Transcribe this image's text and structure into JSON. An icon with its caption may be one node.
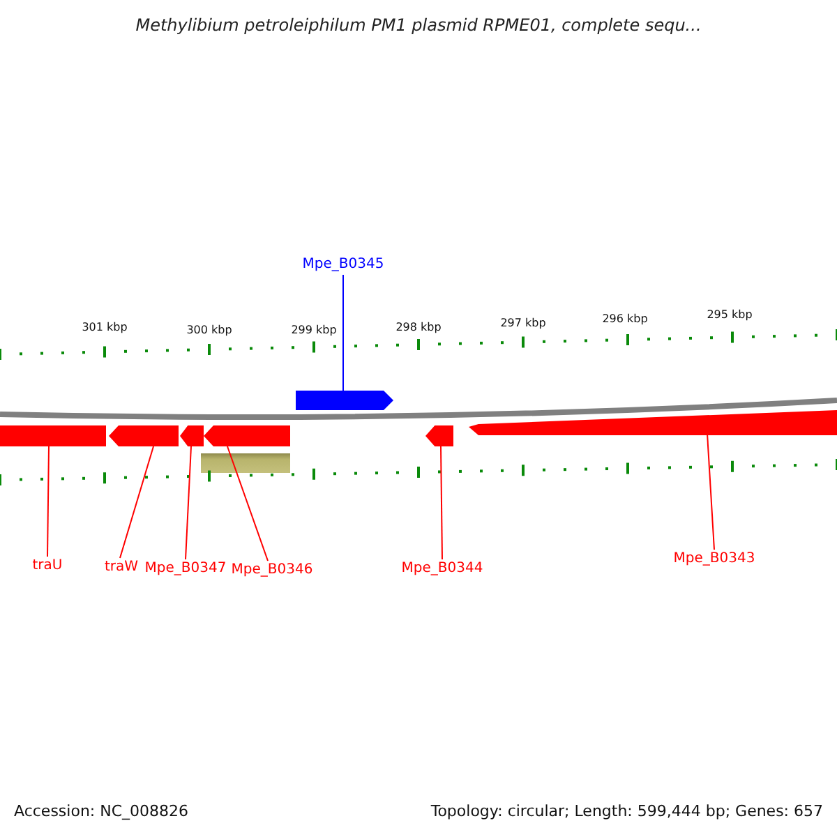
{
  "diagram": {
    "title": "Methylibium petroleiphilum PM1 plasmid RPME01, complete sequ...",
    "nodes": [
      {
        "text": [
          "Mpe_B0345"
        ]
      },
      {
        "text": [],
        "shape": "pentagon"
      },
      {
        "text": [],
        "shape": "box"
      },
      {
        "text": [],
        "shape": "pentagon"
      },
      {
        "text": [],
        "shape": "pentagon"
      },
      {
        "text": [],
        "shape": "pentagon"
      },
      {
        "text": [],
        "shape": "pentagon"
      },
      {
        "text": [],
        "shape": "pentagon"
      },
      {
        "text": [
          "traU"
        ]
      },
      {
        "text": [
          "traW"
        ]
      },
      {
        "text": [
          "Mpe_B0347"
        ]
      },
      {
        "text": [
          "Mpe_B0346"
        ]
      },
      {
        "text": [
          "Mpe_B0344"
        ]
      },
      {
        "text": [
          "Mpe_B0343"
        ]
      }
    ],
    "edges": [
      {
        "from": 0,
        "to": 1,
        "arrow": "none",
        "color": "#0000ff"
      },
      {
        "from": 8,
        "to": 2,
        "arrow": "none"
      },
      {
        "from": 9,
        "to": 3,
        "arrow": "none"
      },
      {
        "from": 10,
        "to": 4,
        "arrow": "none"
      },
      {
        "from": 11,
        "to": 5,
        "arrow": "none"
      },
      {
        "from": 12,
        "to": 6,
        "arrow": "none"
      },
      {
        "from": 13,
        "to": 7,
        "arrow": "none"
      }
    ],
    "labels": [
      "301 kbp",
      "300 kbp",
      "299 kbp",
      "298 kbp",
      "297 kbp",
      "296 kbp",
      "295 kbp",
      "Accession: NC_008826",
      "Topology: circular; Length: 599,444 bp; Genes: 657"
    ]
  }
}
